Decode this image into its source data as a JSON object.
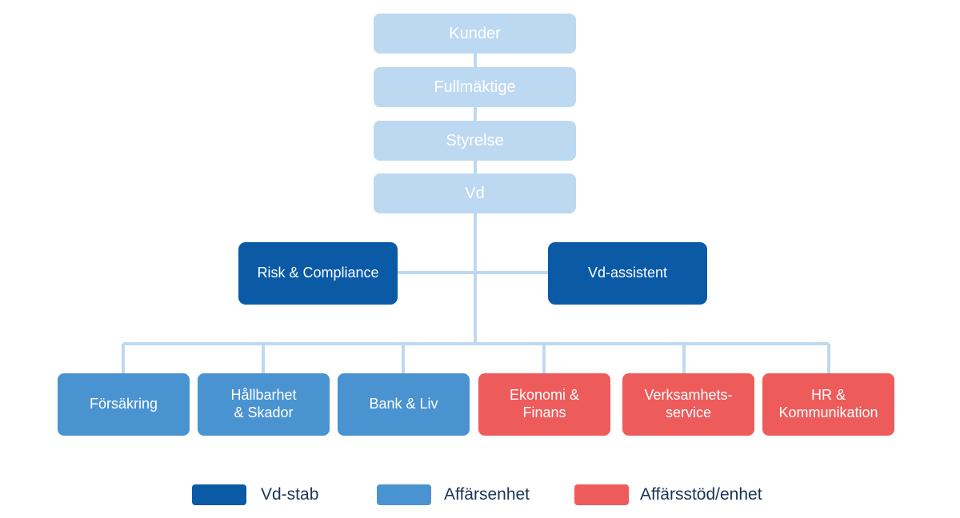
{
  "colors": {
    "top": "#bdd9f2",
    "vd_stab": "#0a5aa6",
    "affarsenhet": "#4a93d1",
    "affarsstod": "#ee5b5b",
    "connector": "#bdd9f2",
    "legend_text": "#1a3554"
  },
  "chain": {
    "kunder": "Kunder",
    "fullmaktige": "Fullmäktige",
    "styrelse": "Styrelse",
    "vd": "Vd"
  },
  "staff": {
    "risk": "Risk & Compliance",
    "assistant": "Vd-assistent"
  },
  "units": {
    "forsakring": "Försäkring",
    "hallbarhet": [
      "Hållbarhet",
      "& Skador"
    ],
    "bank": "Bank & Liv",
    "ekonomi": [
      "Ekonomi &",
      "Finans"
    ],
    "verksamhet": [
      "Verksamhets-",
      "service"
    ],
    "hr": [
      "HR &",
      "Kommunikation"
    ]
  },
  "legend": {
    "vd_stab": "Vd-stab",
    "affarsenhet": "Affärsenhet",
    "affarsstod": "Affärsstöd/enhet"
  }
}
